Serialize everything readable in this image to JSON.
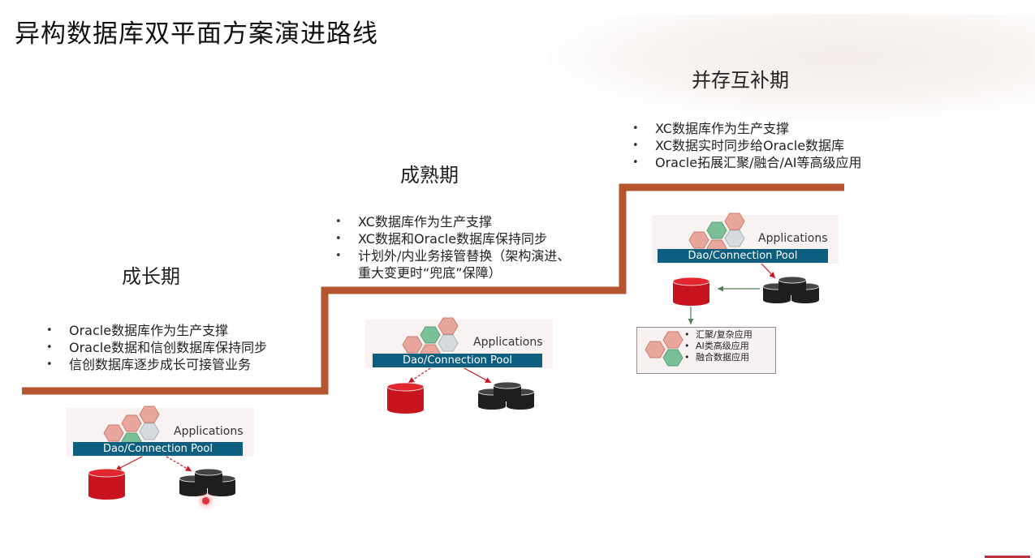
{
  "title": "异构数据库双平面方案演进路线",
  "stages": [
    {
      "title": "成长期",
      "bullets": [
        "Oracle数据库作为生产支撑",
        "Oracle数据和信创数据库保持同步",
        "信创数据库逐步成长可接管业务"
      ]
    },
    {
      "title": "成熟期",
      "bullets": [
        "XC数据库作为生产支撑",
        "XC数据和Oracle数据库保持同步",
        "计划外/内业务接管替换（架构演进、重大变更时“兜底”保障）"
      ]
    },
    {
      "title": "并存互补期",
      "bullets": [
        "XC数据库作为生产支撑",
        "XC数据实时同步给Oracle数据库",
        "Oracle拓展汇聚/融合/AI等高级应用"
      ]
    }
  ],
  "diagram": {
    "applications_label": "Applications",
    "pool_label": "Dao/Connection Pool",
    "advanced_apps": [
      "汇聚/复杂应用",
      "AI类高级应用",
      "融合数据应用"
    ]
  },
  "colors": {
    "stairs": "#b5552f",
    "pool_bar": "#0e5e80",
    "db_red": "#c8141f",
    "db_black": "#1f1f1f",
    "hex_red": "#e9a69c",
    "hex_green": "#7bbf97",
    "hex_gray": "#d6dbe0"
  }
}
